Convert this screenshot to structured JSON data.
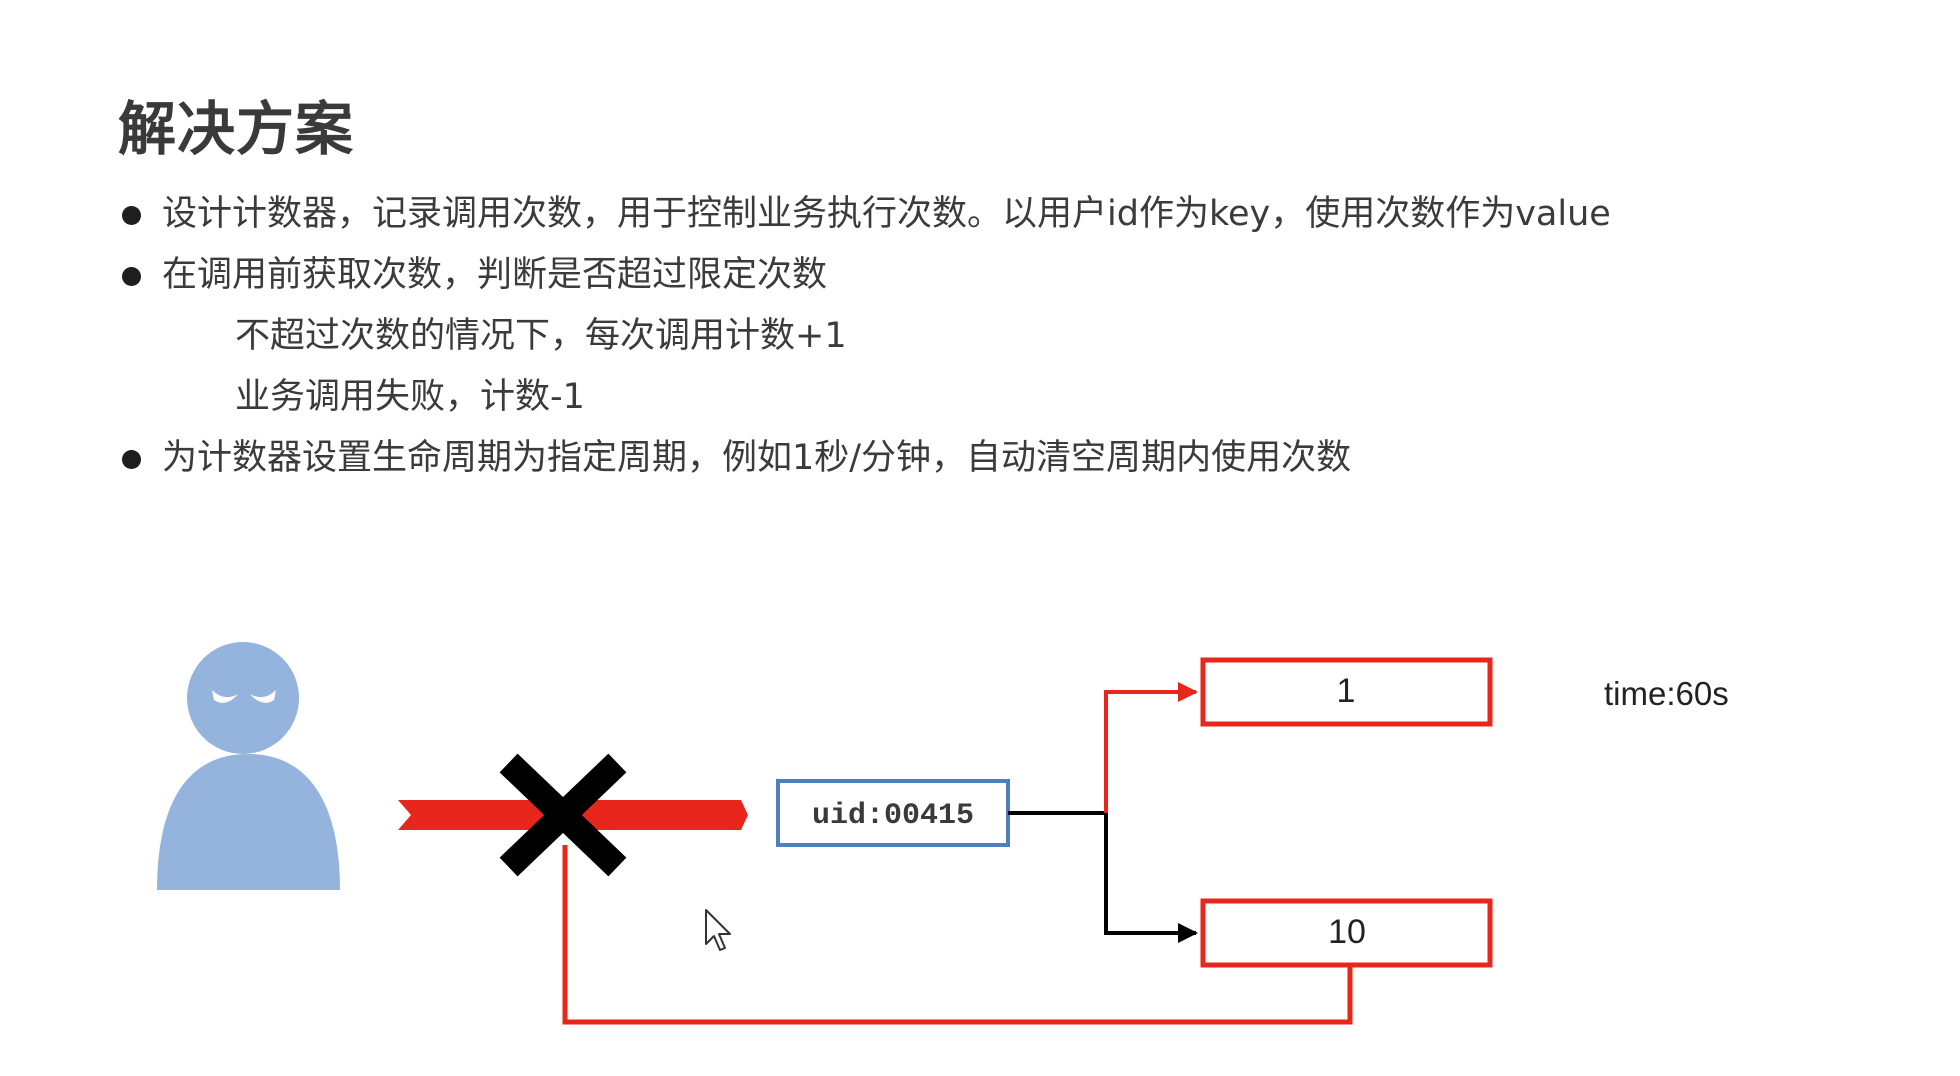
{
  "slide": {
    "title": "解决方案",
    "bullets": [
      {
        "level": 1,
        "text": "设计计数器，记录调用次数，用于控制业务执行次数。以用户id作为key，使用次数作为value"
      },
      {
        "level": 1,
        "text": "在调用前获取次数，判断是否超过限定次数"
      },
      {
        "level": 2,
        "text": "不超过次数的情况下，每次调用计数+1"
      },
      {
        "level": 2,
        "text": "业务调用失败，计数-1"
      },
      {
        "level": 1,
        "text": "为计数器设置生命周期为指定周期，例如1秒/分钟，自动清空周期内使用次数"
      }
    ]
  },
  "diagram": {
    "key_label": "uid:00415",
    "counter_top_value": "1",
    "counter_bottom_value": "10",
    "ttl_label": "time:60s",
    "colors": {
      "red": "#e8261b",
      "blue_border": "#4f7fbf",
      "user_figure": "#94b3dd",
      "black": "#000000"
    },
    "icons": [
      "user-avatar-icon",
      "blocked-x-icon",
      "mouse-cursor-icon"
    ]
  }
}
